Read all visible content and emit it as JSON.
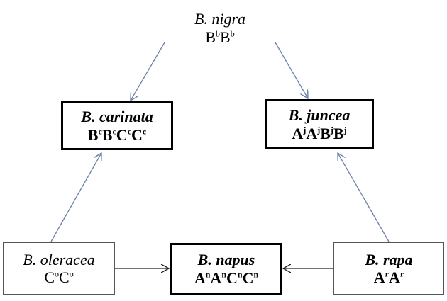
{
  "nodes": {
    "b_nigra": {
      "name": "B. nigra",
      "genome": [
        [
          "B",
          "b"
        ],
        [
          "B",
          "b"
        ]
      ]
    },
    "b_carinata": {
      "name": "B. carinata",
      "genome": [
        [
          "B",
          "c"
        ],
        [
          "B",
          "c"
        ],
        [
          "C",
          "c"
        ],
        [
          "C",
          "c"
        ]
      ]
    },
    "b_juncea": {
      "name": "B. juncea",
      "genome": [
        [
          "A",
          "j"
        ],
        [
          "A",
          "j"
        ],
        [
          "B",
          "j"
        ],
        [
          "B",
          "j"
        ]
      ]
    },
    "b_oleracea": {
      "name": "B. oleracea",
      "genome": [
        [
          "C",
          "o"
        ],
        [
          "C",
          "o"
        ]
      ]
    },
    "b_napus": {
      "name": "B. napus",
      "genome": [
        [
          "A",
          "n"
        ],
        [
          "A",
          "n"
        ],
        [
          "C",
          "n"
        ],
        [
          "C",
          "n"
        ]
      ]
    },
    "b_rapa": {
      "name": "B. rapa",
      "genome": [
        [
          "A",
          "r"
        ],
        [
          "A",
          "r"
        ]
      ]
    }
  },
  "edges": [
    {
      "from": "b_nigra",
      "to": "b_carinata"
    },
    {
      "from": "b_nigra",
      "to": "b_juncea"
    },
    {
      "from": "b_oleracea",
      "to": "b_carinata"
    },
    {
      "from": "b_rapa",
      "to": "b_juncea"
    },
    {
      "from": "b_oleracea",
      "to": "b_napus"
    },
    {
      "from": "b_rapa",
      "to": "b_napus"
    }
  ],
  "colors": {
    "arrow": "#6b7fa8",
    "arrow_dark": "#222222"
  }
}
